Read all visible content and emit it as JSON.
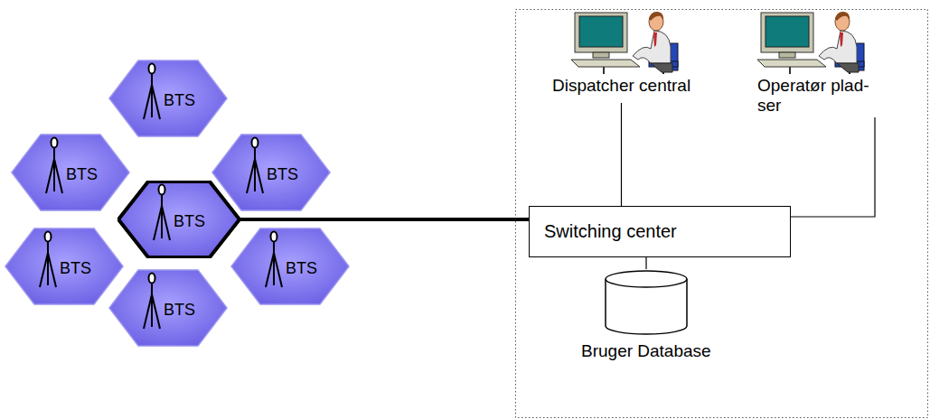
{
  "diagram": {
    "nodes": [
      {
        "text": [
          "BTS"
        ]
      },
      {
        "text": [
          "BTS"
        ]
      },
      {
        "text": [
          "BTS"
        ]
      },
      {
        "text": [
          "BTS"
        ]
      },
      {
        "text": [
          "BTS"
        ]
      },
      {
        "text": [
          "BTS"
        ]
      },
      {
        "text": [
          "BTS"
        ]
      },
      {
        "text": [
          "Dispatcher central"
        ]
      },
      {
        "text": [
          "Operatør plad- ser"
        ]
      },
      {
        "text": [
          "Switching center"
        ]
      },
      {
        "text": [
          "Bruger Database"
        ]
      }
    ],
    "edges": [
      {
        "from": 3,
        "to": 9,
        "arrow": "none"
      },
      {
        "from": 7,
        "to": 9,
        "arrow": "none"
      },
      {
        "from": 8,
        "to": 9,
        "arrow": "none"
      },
      {
        "from": 9,
        "to": 10,
        "arrow": "none"
      }
    ]
  }
}
